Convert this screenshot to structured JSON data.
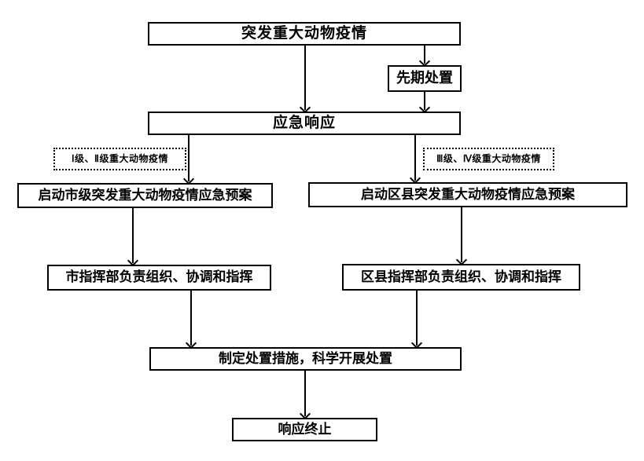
{
  "diagram": {
    "description": "flowchart-emergency-response-major-animal-epidemic",
    "colors": {
      "line": "#000000",
      "background": "#ffffff",
      "text": "#000000"
    },
    "nodes": {
      "outbreak": "突发重大动物疫情",
      "initial_disposal": "先期处置",
      "emergency_response": "应急响应",
      "level_1_2": "Ⅰ级、Ⅱ级重大动物疫情",
      "level_3_4": "Ⅲ级、Ⅳ级重大动物疫情",
      "city_plan": "启动市级突发重大动物疫情应急预案",
      "county_plan": "启动区县突发重大动物疫情应急预案",
      "city_hq": "市指挥部负责组织、协调和指挥",
      "county_hq": "区县指挥部负责组织、协调和指挥",
      "measures": "制定处置措施，科学开展处置",
      "terminate": "响应终止"
    }
  }
}
